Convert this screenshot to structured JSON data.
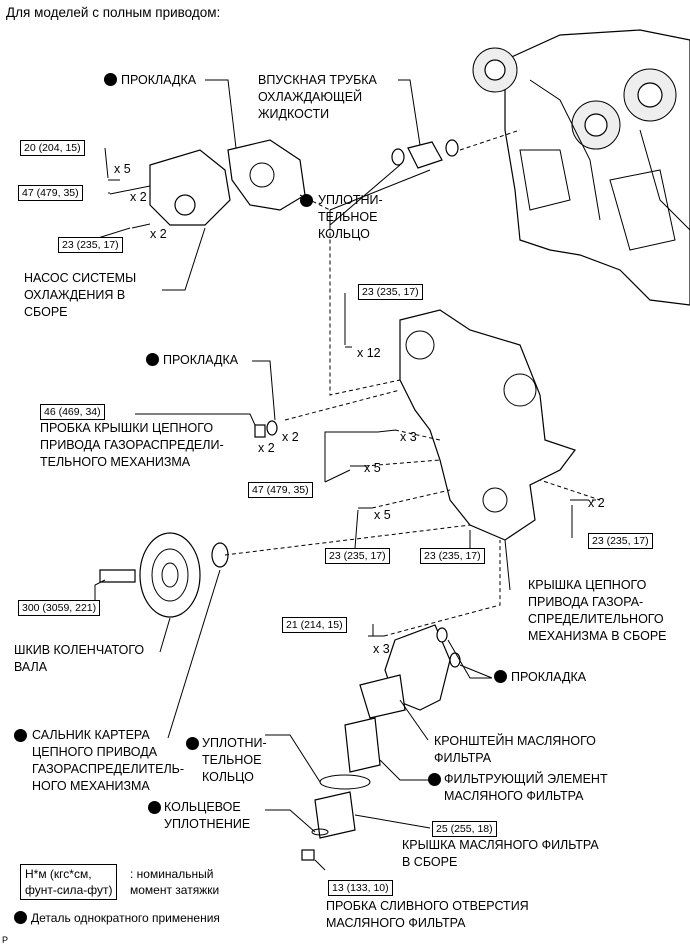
{
  "title": "Для моделей с полным приводом:",
  "labels": {
    "gasket_top": "ПРОКЛАДКА",
    "inlet_pipe": "ВПУСКНАЯ ТРУБКА\nОХЛАЖДАЮЩЕЙ\nЖИДКОСТИ",
    "o_ring_top": "УПЛОТНИ-\nТЕЛЬНОЕ\nКОЛЬЦО",
    "water_pump": "НАСОС СИСТЕМЫ\nОХЛАЖДЕНИЯ В\nСБОРЕ",
    "gasket_mid": "ПРОКЛАДКА",
    "chain_cover_plug": "ПРОБКА КРЫШКИ ЦЕПНОГО\nПРИВОДА ГАЗОРАСПРЕДЕЛИ-\nТЕЛЬНОГО МЕХАНИЗМА",
    "chain_cover": "КРЫШКА ЦЕПНОГО\nПРИВОДА ГАЗОРА-\nСПРЕДЕЛИТЕЛЬНОГО\nМЕХАНИЗМА В СБОРЕ",
    "pulley": "ШКИВ КОЛЕНЧАТОГО\nВАЛА",
    "gasket_low": "ПРОКЛАДКА",
    "oil_bracket": "КРОНШТЕЙН МАСЛЯНОГО\nФИЛЬТРА",
    "oil_seal": "САЛЬНИК КАРТЕРА\nЦЕПНОГО ПРИВОДА\nГАЗОРАСПРЕДЕЛИТЕЛЬ-\nНОГО МЕХАНИЗМА",
    "o_ring_low": "УПЛОТНИ-\nТЕЛЬНОЕ\nКОЛЬЦО",
    "filter_element": "ФИЛЬТРУЮЩИЙ ЭЛЕМЕНТ\nМАСЛЯНОГО ФИЛЬТРА",
    "ring_seal": "КОЛЬЦЕВОЕ\nУПЛОТНЕНИЕ",
    "filter_cap": "КРЫШКА МАСЛЯНОГО ФИЛЬТРА\nВ СБОРЕ",
    "drain_plug": "ПРОБКА СЛИВНОГО ОТВЕРСТИЯ\nМАСЛЯНОГО ФИЛЬТРА"
  },
  "torques": {
    "t1": "20 (204, 15)",
    "t2": "47 (479, 35)",
    "t3": "23 (235, 17)",
    "t4": "23 (235, 17)",
    "t5": "46 (469, 34)",
    "t6": "47 (479, 35)",
    "t7": "23 (235, 17)",
    "t8": "23 (235, 17)",
    "t9": "23 (235, 17)",
    "t10": "300 (3059, 221)",
    "t11": "21 (214, 15)",
    "t12": "25 (255, 18)",
    "t13": "13 (133, 10)"
  },
  "multipliers": {
    "m1": "x 5",
    "m2": "x 2",
    "m3": "x 2",
    "m4": "x 12",
    "m5": "x 2",
    "m6": "x 2",
    "m7": "x 3",
    "m8": "x 5",
    "m9": "x 5",
    "m10": "x 2",
    "m11": "x 3"
  },
  "legend": {
    "unit_box": "Н*м (кгс*см,\nфунт-сила-фут)",
    "unit_desc": ": номинальный\nмомент затяжки",
    "single_use": "Деталь однократного применения"
  },
  "footer_code": "P"
}
